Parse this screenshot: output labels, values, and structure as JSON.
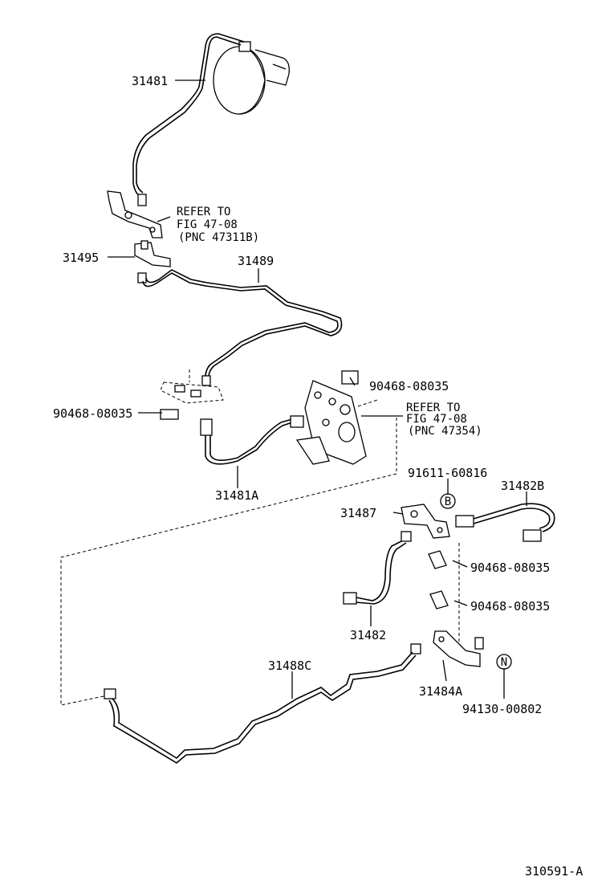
{
  "labels": {
    "p31481": "31481",
    "p31495": "31495",
    "p31489": "31489",
    "p90468_a": "90468-08035",
    "p90468_b": "90468-08035",
    "p31481A": "31481A",
    "p91611": "91611-60816",
    "p31482B": "31482B",
    "p31487": "31487",
    "p90468_c": "90468-08035",
    "p90468_d": "90468-08035",
    "p31482": "31482",
    "p31488C": "31488C",
    "p31484A": "31484A",
    "p94130": "94130-00802",
    "figure_id": "310591-A"
  },
  "refer1": {
    "line1": "REFER TO",
    "line2": "FIG 47-08",
    "line3": "(PNC 47311B)"
  },
  "refer2": {
    "line1": "REFER TO",
    "line2": "FIG 47-08",
    "line3": "(PNC 47354)"
  },
  "markers": {
    "b": "B",
    "n": "N"
  }
}
